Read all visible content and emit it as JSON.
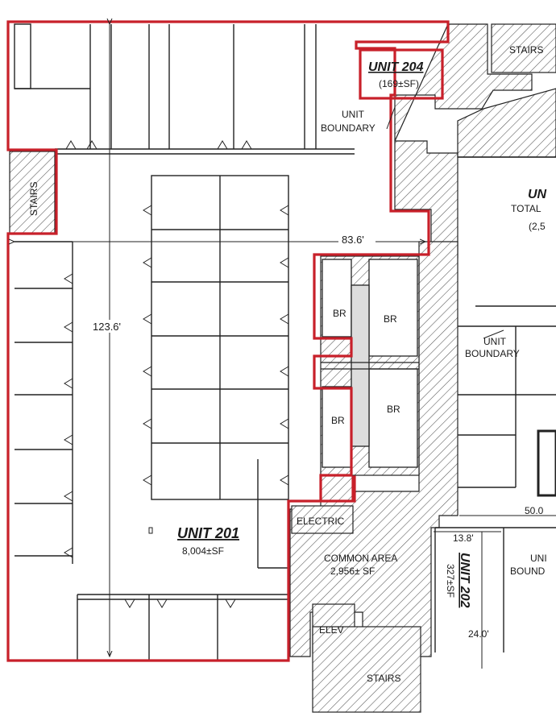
{
  "units": {
    "u201": {
      "name": "UNIT 201",
      "area": "8,004±SF"
    },
    "u202": {
      "name": "UNIT 202",
      "area": "327±SF"
    },
    "u204": {
      "name": "UNIT 204",
      "area": "(169±SF)"
    },
    "right_unit": {
      "name": "UN",
      "line1": "TOTAL",
      "line2": "(2,5"
    }
  },
  "labels": {
    "stairs_top": "STAIRS",
    "stairs_left": "STAIRS",
    "stairs_bottom": "STAIRS",
    "unit_boundary_1_l1": "UNIT",
    "unit_boundary_1_l2": "BOUNDARY",
    "unit_boundary_2_l1": "UNIT",
    "unit_boundary_2_l2": "BOUNDARY",
    "unit_boundary_3_l1": "UNI",
    "unit_boundary_3_l2": "BOUND",
    "br": "BR",
    "electric": "ELECTRIC",
    "common_area": "COMMON AREA",
    "common_area_sf": "2,956±  SF",
    "elev": "ELEV"
  },
  "dimensions": {
    "width_201": "83.6'",
    "height_201": "123.6'",
    "width_202": "13.8'",
    "depth_202": "24.0'",
    "right_50": "50.0"
  },
  "colors": {
    "boundary": "#c8202a",
    "lines": "#222222"
  }
}
